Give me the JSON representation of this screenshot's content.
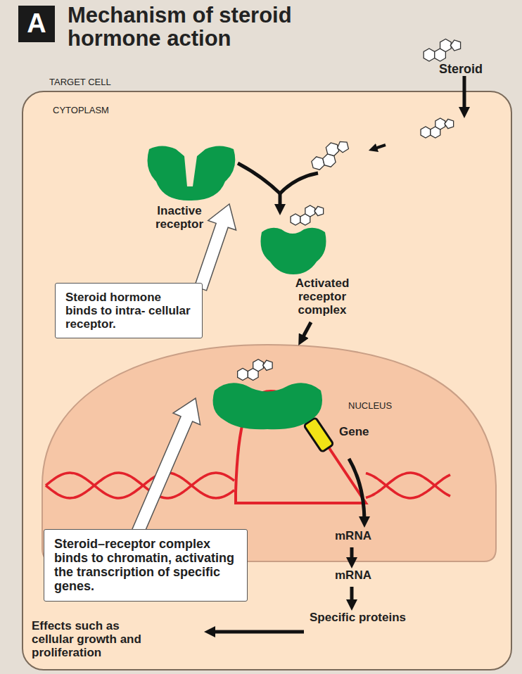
{
  "diagram": {
    "title": "Mechanism of steroid hormone action",
    "nodes": [
      {
        "text": [
          "Steroid hormone binds to intra- cellular receptor."
        ]
      },
      {
        "text": [
          "Steroid–receptor complex binds to chromatin, activating the transcription of specific genes."
        ]
      }
    ],
    "labels": [
      "A",
      "Steroid",
      "TARGET CELL",
      "CYTOPLASM",
      "Inactive receptor",
      "Activated receptor complex",
      "NUCLEUS",
      "Gene",
      "mRNA",
      "mRNA",
      "Specific proteins",
      "Effects such as cellular growth and proliferation"
    ]
  }
}
